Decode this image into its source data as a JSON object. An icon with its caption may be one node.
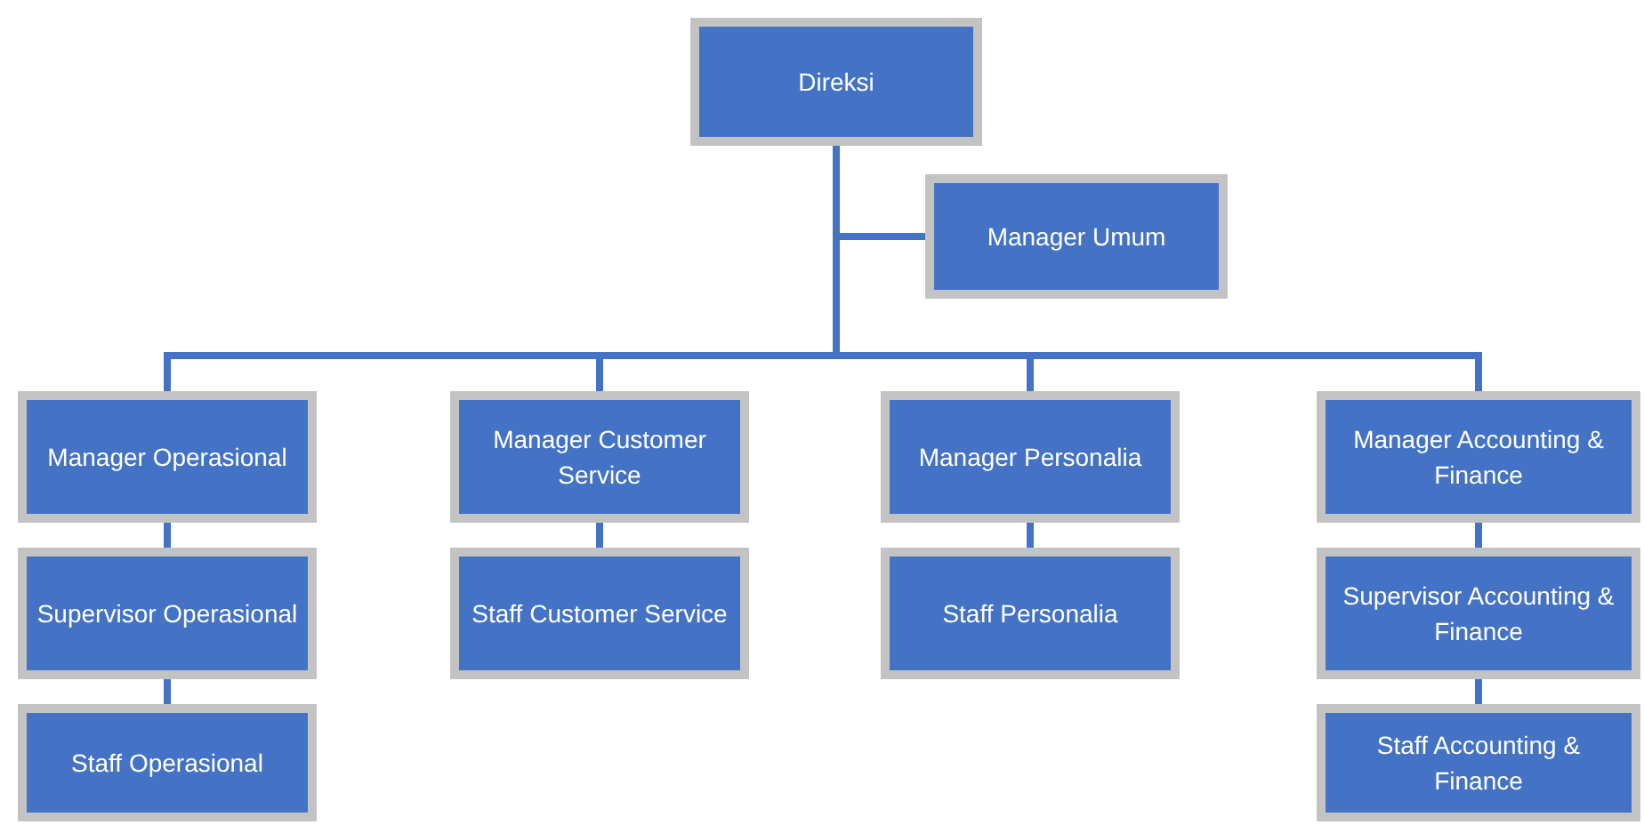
{
  "diagram": {
    "nodes": [
      {
        "text": [
          "Direksi"
        ]
      },
      {
        "text": [
          "Manager Umum"
        ]
      },
      {
        "text": [
          "Manager Operasional"
        ]
      },
      {
        "text": [
          "Manager Customer Service"
        ]
      },
      {
        "text": [
          "Manager Personalia"
        ]
      },
      {
        "text": [
          "Manager Accounting & Finance"
        ]
      },
      {
        "text": [
          "Supervisor Operasional"
        ]
      },
      {
        "text": [
          "Staff Customer Service"
        ]
      },
      {
        "text": [
          "Staff Personalia"
        ]
      },
      {
        "text": [
          "Supervisor Accounting & Finance"
        ]
      },
      {
        "text": [
          "Staff Operasional"
        ]
      },
      {
        "text": [
          "Staff Accounting & Finance"
        ]
      }
    ],
    "edges": [
      {
        "from": 0,
        "to": 1,
        "arrow": "none"
      },
      {
        "from": 0,
        "to": 2,
        "arrow": "none"
      },
      {
        "from": 0,
        "to": 3,
        "arrow": "none"
      },
      {
        "from": 0,
        "to": 4,
        "arrow": "none"
      },
      {
        "from": 0,
        "to": 5,
        "arrow": "none"
      },
      {
        "from": 2,
        "to": 6,
        "arrow": "none"
      },
      {
        "from": 3,
        "to": 7,
        "arrow": "none"
      },
      {
        "from": 4,
        "to": 8,
        "arrow": "none"
      },
      {
        "from": 5,
        "to": 9,
        "arrow": "none"
      },
      {
        "from": 6,
        "to": 10,
        "arrow": "none"
      },
      {
        "from": 9,
        "to": 11,
        "arrow": "none"
      }
    ]
  }
}
